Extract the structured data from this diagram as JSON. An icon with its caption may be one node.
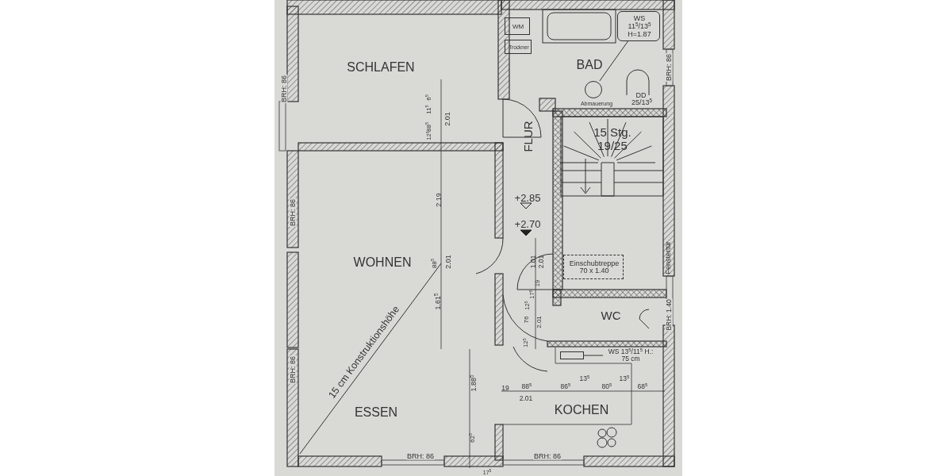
{
  "diagram": {
    "nodes": [
      {
        "text": [
          "SCHLAFEN"
        ]
      },
      {
        "text": [
          "BAD"
        ]
      },
      {
        "text": [
          "WM"
        ],
        "in": 1
      },
      {
        "text": [
          "Trockner"
        ],
        "in": 1
      },
      {
        "text": [
          "WS 11$^{5}$/13$^{5}$ H=1.87"
        ],
        "in": 1
      },
      {
        "text": [],
        "shape": "circle",
        "in": 1
      },
      {
        "text": [
          "FLUR"
        ]
      },
      {
        "text": [
          "15 Stg. 19/25"
        ]
      },
      {
        "text": [
          "Einschubtreppe 70 x 1.40"
        ],
        "in": 7
      },
      {
        "text": [
          "WOHNEN",
          "ESSEN"
        ]
      },
      {
        "text": [
          "WC"
        ]
      },
      {
        "text": [
          "KOCHEN"
        ]
      },
      {
        "text": [
          "WS 13$^{5}$/11$^{5}$ H.: 75 cm"
        ],
        "in": 11
      },
      {
        "text": [],
        "shape": "box",
        "in": 11
      }
    ],
    "edges": [
      {
        "from": 4,
        "to": 5,
        "arrow": "none"
      },
      {
        "from": 12,
        "to": 13,
        "arrow": "none"
      }
    ],
    "labels": [
      "BRH: 86",
      "6$^{5}$",
      "11$^{5}$",
      "88$^{5}$",
      "2.01",
      "12$^{5}$",
      "DD 25/13$^{5}$",
      "BRH: 86",
      "Abmauerung",
      "2.19",
      "BRH: 86",
      "+2.85",
      "+2.70",
      "88$^{5}$",
      "2.01",
      "1.01",
      "2.01",
      "Fenstertür",
      "19",
      "17$^{5}$",
      "12$^{5}$",
      "76",
      "2.01",
      "BRH: 1.40",
      "1.61$^{5}$",
      "BRH: 86",
      "12$^{5}$",
      "1.88$^{5}$",
      "19",
      "88$^{5}$",
      "2.01",
      "86$^{5}$",
      "13$^{5}$",
      "80$^{5}$",
      "13$^{5}$",
      "68$^{5}$",
      "62$^{5}$",
      "15 cm Konstruktionshöhe",
      "BRH: 86",
      "BRH: 86",
      "17$^{5}$"
    ]
  }
}
